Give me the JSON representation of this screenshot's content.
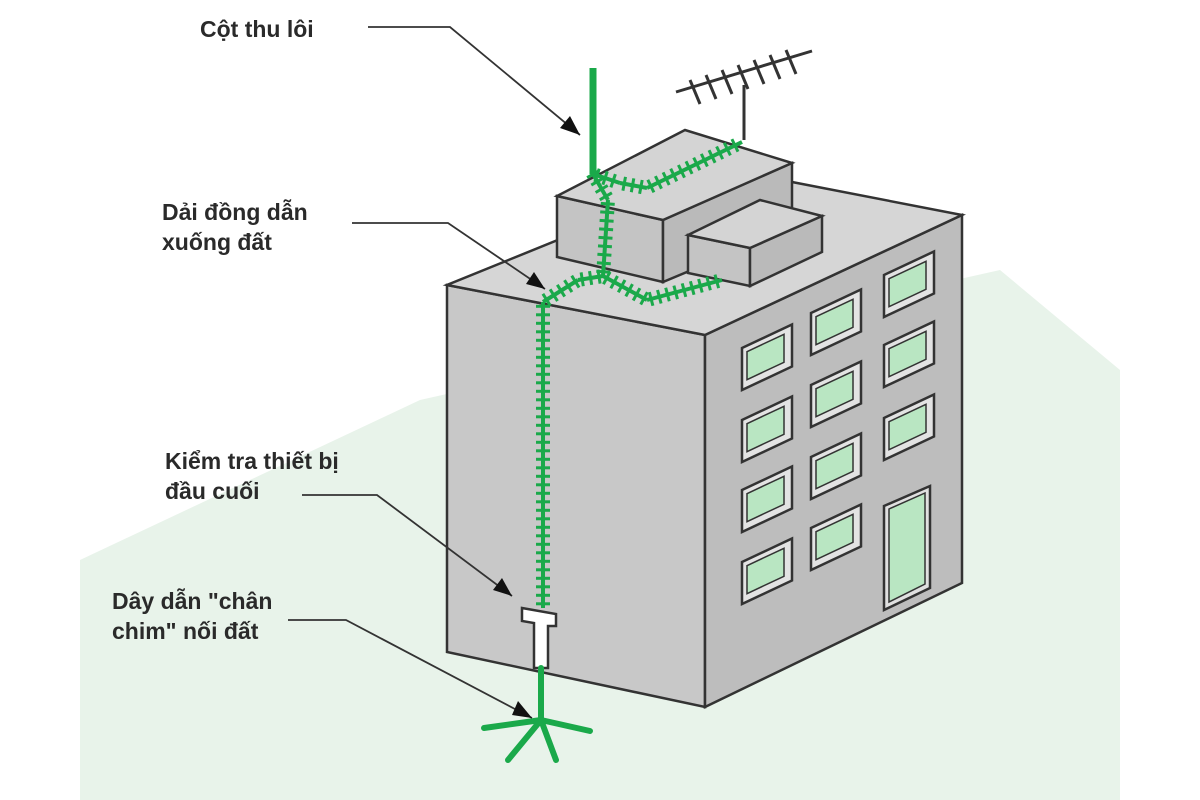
{
  "diagram": {
    "labels": {
      "air_terminal": {
        "lines": [
          "Cột thu lôi"
        ]
      },
      "down_conductor": {
        "lines": [
          "Dải đồng dẫn",
          "xuống đất"
        ]
      },
      "test_clamp": {
        "lines": [
          "Kiểm tra thiết bị",
          "đầu cuối"
        ]
      },
      "earth_rod": {
        "lines": [
          "Dây dẫn \"chân",
          "chim\" nối đất"
        ]
      }
    },
    "colors": {
      "conductor": "#1aa94a",
      "ground": "#e8f3ea",
      "wall_front": "#c8c8c8",
      "wall_side": "#bdbdbd",
      "roof": "#d6d6d6",
      "window_glass": "#b9e6c2",
      "outline": "#333333"
    }
  }
}
